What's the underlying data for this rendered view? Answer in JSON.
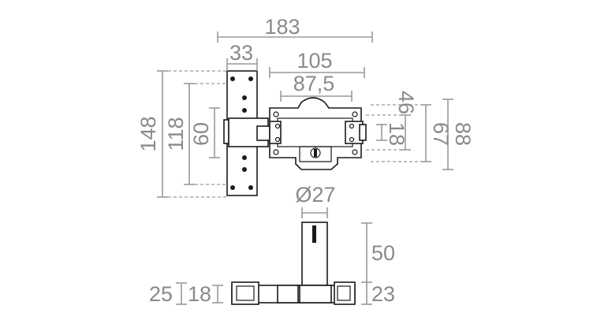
{
  "dimensions": {
    "overall_width": "183",
    "plate_width": "33",
    "body_width": "105",
    "inner_width": "87,5",
    "body_height": "46",
    "plate_height": "148",
    "plate_inner_height": "118",
    "bolt_height": "60",
    "bolt_width": "18",
    "strike_height": "67",
    "keeper_height": "88",
    "cylinder_diameter": "Ø27",
    "cylinder_length": "50",
    "base_depth": "23",
    "side_depth": "25",
    "side_inner_depth": "18"
  },
  "colors": {
    "line": "#1a1a1a",
    "dimension": "#9a9a9a",
    "dimension_text": "#8a8a8a"
  }
}
